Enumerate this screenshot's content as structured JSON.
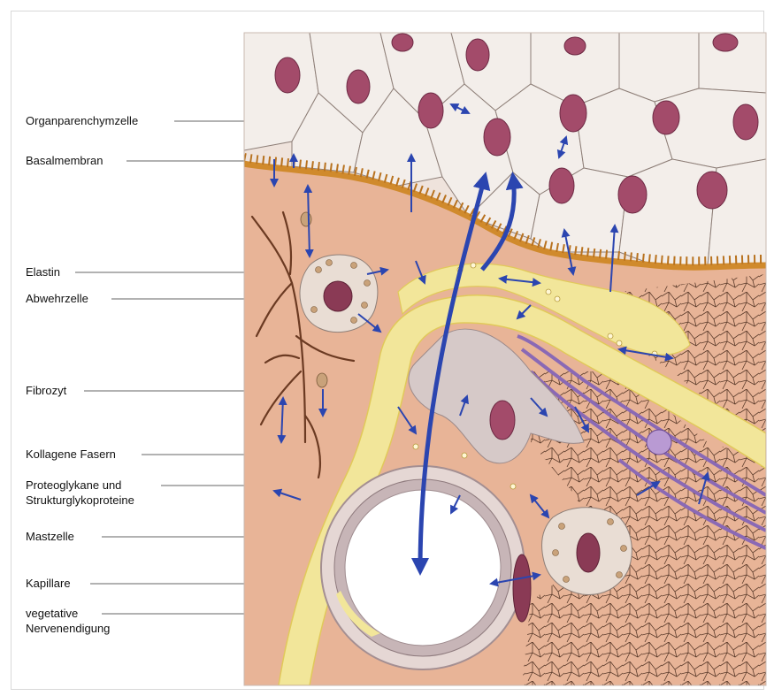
{
  "labels": {
    "organparenchymzelle": "Organparenchymzelle",
    "basalmembran": "Basalmembran",
    "elastin": "Elastin",
    "abwehrzelle": "Abwehrzelle",
    "fibrozyt": "Fibrozyt",
    "kollagene_fasern": "Kollagene Fasern",
    "proteoglykane_line1": "Proteoglykane und",
    "proteoglykane_line2": "Strukturglykoproteine",
    "mastzelle": "Mastzelle",
    "kapillare": "Kapillare",
    "vegetative_line1": "vegetative",
    "vegetative_line2": "Nervenendigung"
  },
  "colors": {
    "tissue_background": "#e8b497",
    "parenchyma_cell": "#f3eeea",
    "nucleus": "#a34b6a",
    "basal_membrane": "#d08a2c",
    "elastin": "#6b3a22",
    "nerve_sheath": "#f2e69a",
    "nerve_fiber": "#8a69b5",
    "arrow": "#2b45b0",
    "capillary_wall": "#c7b5b7",
    "capillary_lumen": "#ffffff"
  }
}
